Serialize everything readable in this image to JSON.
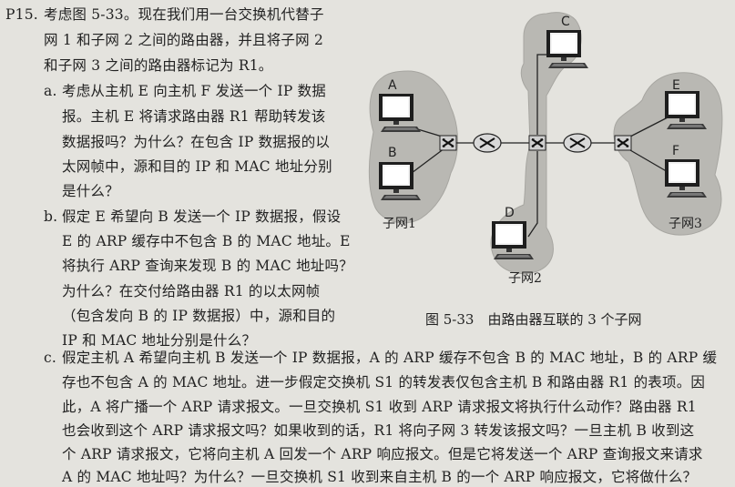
{
  "problem": {
    "number": "P15.",
    "intro": [
      "考虑图 5-33。现在我们用一台交换机代替子",
      "网 1 和子网 2 之间的路由器，并且将子网 2",
      "和子网 3 之间的路由器标记为 R1。"
    ],
    "a": {
      "marker": "a.",
      "lines": [
        "考虑从主机 E 向主机 F 发送一个 IP 数据",
        "报。主机 E 将请求路由器 R1 帮助转发该",
        "数据报吗？为什么？在包含 IP 数据报的以",
        "太网帧中，源和目的 IP 和 MAC 地址分别",
        "是什么？"
      ]
    },
    "b": {
      "marker": "b.",
      "lines": [
        "假定 E 希望向 B 发送一个 IP 数据报，假设",
        "E 的 ARP 缓存中不包含 B 的 MAC 地址。E",
        "将执行 ARP 查询来发现 B 的 MAC 地址吗？",
        "为什么？在交付给路由器 R1 的以太网帧",
        "（包含发向 B 的 IP 数据报）中，源和目的",
        "IP 和 MAC 地址分别是什么？"
      ]
    },
    "c": {
      "marker": "c.",
      "lines": [
        "假定主机 A 希望向主机 B 发送一个 IP 数据报，A 的 ARP 缓存不包含 B 的 MAC 地址，B 的 ARP 缓",
        "存也不包含 A 的 MAC 地址。进一步假定交换机 S1 的转发表仅包含主机 B 和路由器 R1 的表项。因",
        "此，A 将广播一个 ARP 请求报文。一旦交换机 S1 收到 ARP 请求报文将执行什么动作？路由器 R1",
        "也会收到这个 ARP 请求报文吗？如果收到的话，R1 将向子网 3 转发该报文吗？一旦主机 B 收到这",
        "个 ARP 请求报文，它将向主机 A 回发一个 ARP 响应报文。但是它将发送一个 ARP 查询报文来请求",
        "A 的 MAC 地址吗？为什么？一旦交换机 S1 收到来自主机 B 的一个 ARP 响应报文，它将做什么？"
      ]
    }
  },
  "figure": {
    "caption": "图 5-33　由路由器互联的 3 个子网",
    "hosts": {
      "a": "A",
      "b": "B",
      "c": "C",
      "d": "D",
      "e": "E",
      "f": "F"
    },
    "subnets": {
      "s1": "子网1",
      "s2": "子网2",
      "s3": "子网3"
    }
  }
}
